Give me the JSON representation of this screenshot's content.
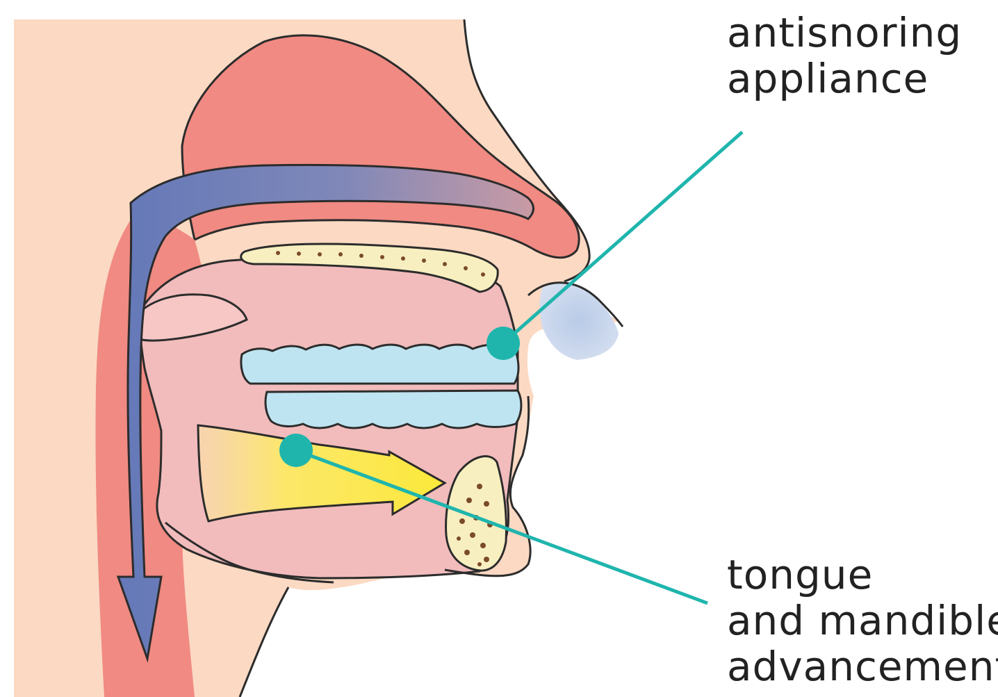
{
  "labels": {
    "appliance": [
      "antisnoring",
      "appliance"
    ],
    "tongue": [
      "tongue",
      "and mandible",
      "advancement"
    ]
  },
  "colors": {
    "skin": "#fbd9c3",
    "airway_red": "#f08a82",
    "soft_pink": "#f2bcbc",
    "airflow_arrow": "#6e82be",
    "appliance_blue": "#bfe4f1",
    "bone": "#f8efc0",
    "tongue_arrow": "#fbe84c",
    "callout_teal": "#1fb5ad",
    "outline": "#2c2c2c",
    "text": "#222222"
  },
  "icons": {
    "airflow": "curved-airflow-arrow",
    "advancement": "forward-arrow"
  }
}
